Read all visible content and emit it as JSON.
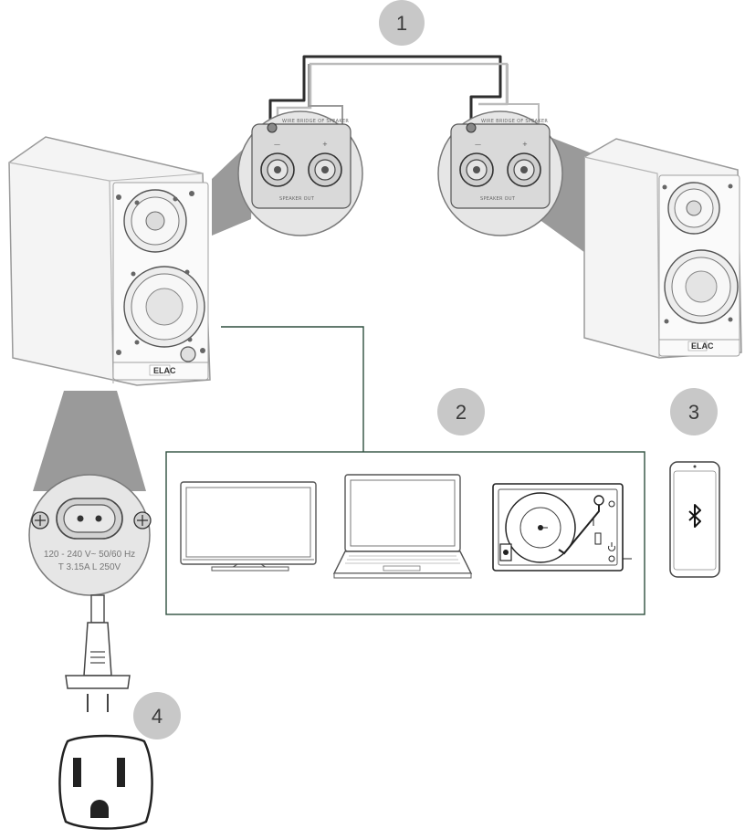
{
  "steps": [
    {
      "number": "1"
    },
    {
      "number": "2"
    },
    {
      "number": "3"
    },
    {
      "number": "4"
    }
  ],
  "speaker_terminal": {
    "header": "WIRE BRIDGE OF SPEAKER",
    "minus": "—",
    "plus": "+",
    "label": "SPEAKER OUT"
  },
  "power_inlet": {
    "voltage": "120 - 240 V~  50/60 Hz",
    "fuse": "T 3.15A L 250V"
  },
  "brand": {
    "logo": "ELAC"
  },
  "icons": {
    "bluetooth": "bluetooth-icon",
    "power": "power-icon"
  },
  "colors": {
    "badge": "#c8c8c8",
    "link_line": "#2f4f3f",
    "speaker_cable": "#333333",
    "zoom_cone": "#9a9a9a",
    "outline": "#4a4a4a"
  }
}
